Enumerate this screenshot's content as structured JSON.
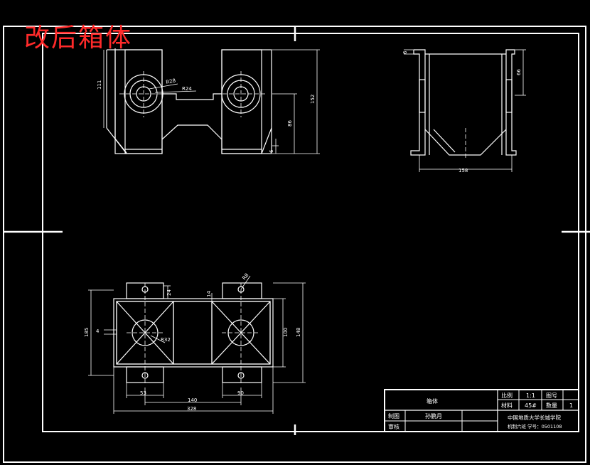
{
  "stamp_title": "改后箱体",
  "dims": {
    "front_r28": "R28",
    "front_r24": "R24",
    "front_h111": "111",
    "front_h152": "152",
    "front_h86": "86",
    "front_h6": "6",
    "side_h6": "6",
    "side_h66": "66",
    "side_w158": "158",
    "top_r8": "R8",
    "top_t24": "24",
    "top_t14": "14",
    "top_h185": "185",
    "top_h100": "100",
    "top_h148": "148",
    "top_w53": "53",
    "top_w90": "90",
    "top_w140": "140",
    "top_w328": "328",
    "top_4": "4",
    "top_r32": "R32"
  },
  "title_block": {
    "part_name": "箱体",
    "scale_label": "比例",
    "scale_value": "1:1",
    "drawing_no_label": "图号",
    "drawing_no_value": "",
    "material_label": "材料",
    "material_value": "45#",
    "qty_label": "数量",
    "qty_value": "1",
    "drawn_label": "制图",
    "drawn_name": "孙鹏月",
    "checked_label": "审核",
    "checked_name": "",
    "school": "中国地质大学长城学院",
    "class_student": "机制六班  学号：0501108"
  }
}
